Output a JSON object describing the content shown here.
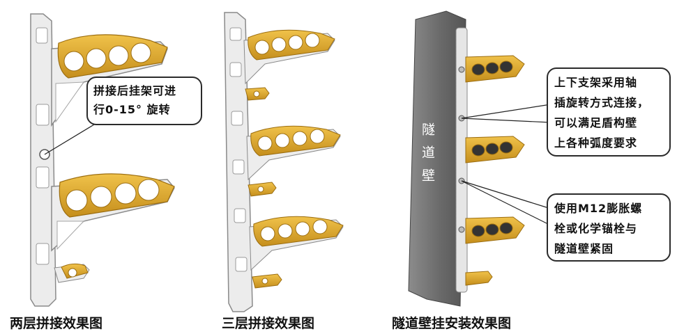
{
  "callouts": {
    "rotation": "拼接后挂架可进\n行0-15° 旋转",
    "connection": "上下支架采用轴\n插旋转方式连接，\n可以满足盾构壁\n上各种弧度要求",
    "fixing": "使用M12膨胀螺\n栓或化学锚栓与\n隧道壁紧固"
  },
  "wall_label": "隧道壁",
  "captions": {
    "two_layer": "两层拼接效果图",
    "three_layer": "三层拼接效果图",
    "tunnel_install": "隧道壁挂安装效果图"
  },
  "colors": {
    "metal": "#e9e9e9",
    "metal_edge": "#8a8a8a",
    "saddle": "#d9a52b",
    "wall": "#6c6c6c"
  }
}
